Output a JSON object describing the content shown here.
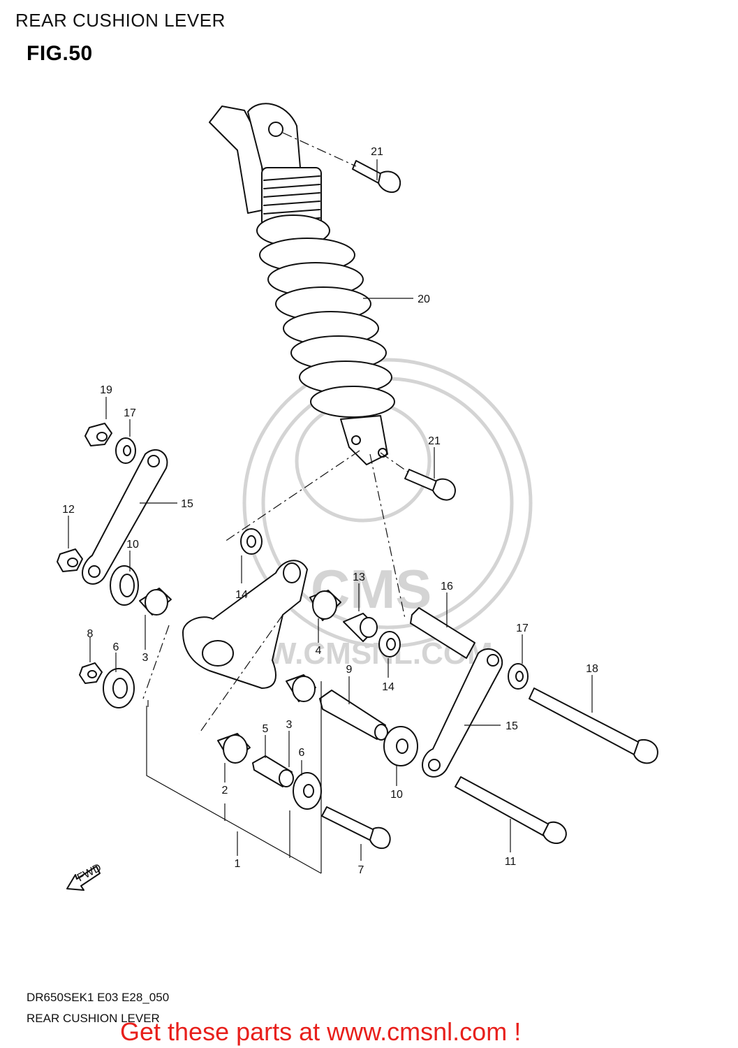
{
  "header": {
    "title": "REAR CUSHION LEVER"
  },
  "figure": {
    "label": "FIG.50"
  },
  "watermark": {
    "text": "CMS",
    "url": "WWW.CMSNL.COM"
  },
  "fwd_arrow": {
    "label": "FWD"
  },
  "callouts": [
    {
      "num": "21"
    },
    {
      "num": "20"
    },
    {
      "num": "19"
    },
    {
      "num": "17"
    },
    {
      "num": "21"
    },
    {
      "num": "15"
    },
    {
      "num": "12"
    },
    {
      "num": "10"
    },
    {
      "num": "14"
    },
    {
      "num": "13"
    },
    {
      "num": "16"
    },
    {
      "num": "17"
    },
    {
      "num": "8"
    },
    {
      "num": "6"
    },
    {
      "num": "3"
    },
    {
      "num": "4"
    },
    {
      "num": "14"
    },
    {
      "num": "9"
    },
    {
      "num": "18"
    },
    {
      "num": "15"
    },
    {
      "num": "5"
    },
    {
      "num": "3"
    },
    {
      "num": "6"
    },
    {
      "num": "2"
    },
    {
      "num": "10"
    },
    {
      "num": "1"
    },
    {
      "num": "7"
    },
    {
      "num": "11"
    }
  ],
  "footer": {
    "code": "DR650SEK1 E03 E28_050",
    "title": "REAR CUSHION LEVER",
    "cta": "Get these parts at www.cmsnl.com !"
  },
  "colors": {
    "cta": "#e8201c",
    "watermark": "#d4d4d4",
    "ink": "#111111"
  }
}
